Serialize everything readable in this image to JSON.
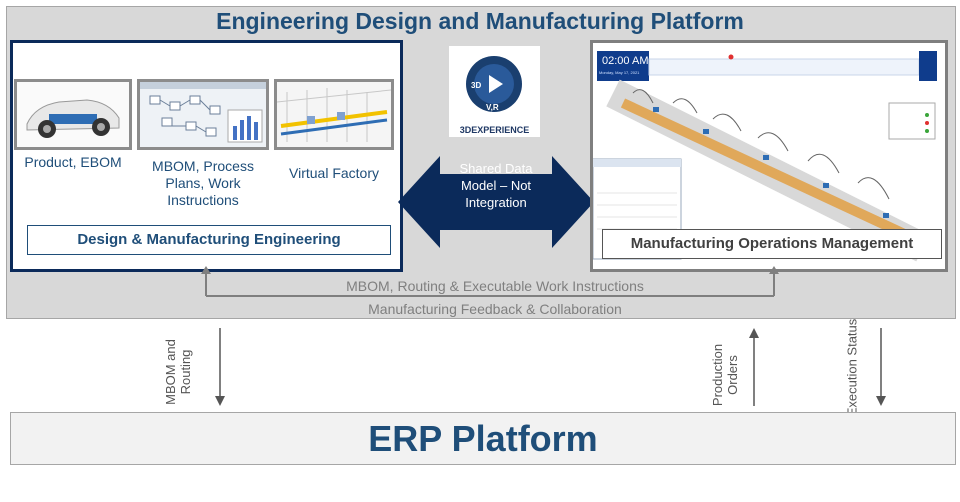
{
  "platform": {
    "title": "Engineering Design and Manufacturing Platform"
  },
  "left_panel": {
    "items": [
      {
        "label": "Product, EBOM"
      },
      {
        "label": "MBOM, Process Plans, Work Instructions"
      },
      {
        "label": "Virtual Factory"
      }
    ],
    "footer": "Design & Manufacturing Engineering"
  },
  "center": {
    "logo_badge_3d": "3D",
    "logo_badge_vr": "V,R",
    "logo_text": "3DEXPERIENCE",
    "arrow_text": "Shared Data Model – Not Integration"
  },
  "right_panel": {
    "footer": "Manufacturing Operations Management",
    "screen_time": "02:00 AM",
    "screen_date": "Monday, May 17, 2021"
  },
  "flows": {
    "forward": "MBOM, Routing & Executable Work Instructions",
    "feedback": "Manufacturing Feedback & Collaboration"
  },
  "erp_links": [
    {
      "label": "MBOM and Routing",
      "direction": "down"
    },
    {
      "label": "Production Orders",
      "direction": "up"
    },
    {
      "label": "Execution Status",
      "direction": "down"
    }
  ],
  "erp": {
    "title": "ERP Platform"
  },
  "colors": {
    "navy": "#0b2a5a",
    "title_blue": "#1f4e79",
    "gray_text": "#7f7f7f"
  }
}
